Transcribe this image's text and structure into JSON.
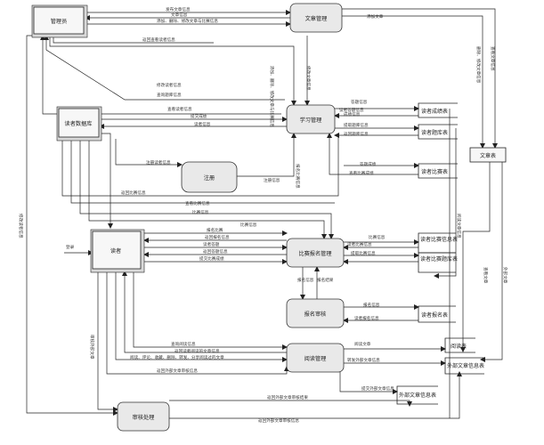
{
  "entities": {
    "admin": "管理员",
    "reader_db": "读者数据库",
    "reader": "读者",
    "doc_reader": "文章表"
  },
  "processes": {
    "doc_mgmt": "文章管理",
    "study": "学习管理",
    "register": "注册",
    "contest": "比赛报名管理",
    "signup": "报名审核",
    "reading": "阅读管理",
    "review": "审核处理"
  },
  "stores": {
    "score_table": "读者成绩表",
    "question_table": "读者题库表",
    "result_table": "读者比赛表",
    "contest_table": "读者比赛信息表",
    "contest_q_table": "读者比赛题库表",
    "signup_table": "读者报名表",
    "reading_table": "阅读表",
    "ext_table": "外部文章信息表",
    "ext_info": "外部文章信息表"
  },
  "flows": {
    "f1": "发布文章信息",
    "f2": "文章信息",
    "f3": "添加文章信息",
    "f4": "修改文章信息",
    "f5": "添加文章",
    "f6": "添加、删除、修改文章与比赛信息",
    "f7": "下载文章",
    "f8": "修改读者信息",
    "f9": "添加、删除、修改文章与比赛信息",
    "f10": "修改文章信息",
    "f11": "删除、修改文章信息",
    "f12": "返回查看读者信息",
    "f13": "返回答题信息",
    "f14": "返回读者比赛信息",
    "f15": "查询题库信息",
    "f16": "查看文章信息",
    "f17": "提交成绩",
    "f18": "读者答题",
    "f19": "答题信息",
    "f20": "提取题库信息",
    "f21": "成绩信息",
    "f22": "读者答题信息",
    "f23": "答题成绩",
    "f24": "注册读者信息",
    "f25": "注册信息",
    "f26": "比赛信息",
    "f27": "查看比赛成绩",
    "f28": "返回比赛信息",
    "f29": "查看读者信息",
    "f30": "读者信息",
    "f31": "查看比赛信息",
    "f32": "比赛信息",
    "f33": "报名比赛",
    "f34": "返回报名信息",
    "f35": "报名比赛信息",
    "f36": "提交比赛成绩",
    "f37": "比赛信息",
    "f38": "比赛题库",
    "f39": "读者比赛信息",
    "f40": "返回题库信息",
    "f41": "提取比赛信息",
    "f42": "返回报名结果",
    "f43": "报名信息",
    "f44": "报名信息",
    "f45": "报名结果",
    "f46": "读者报名信息",
    "f47": "阅读文章",
    "f48": "下载阅读文章",
    "f49": "查询阅读信息",
    "f50": "返回读者阅读的文章信息",
    "f51": "阅读、评论、收藏、删除、转发、分享阅读过的文章",
    "f52": "收藏、转发、分享",
    "f53": "转发外部文章信息",
    "f54": "修改读者信息",
    "f55": "提交外部文章信息",
    "f56": "返回外部文章审核信息",
    "f57": "审核外部文章",
    "f58": "返回外部文章审核结果",
    "f59": "发布文章",
    "f60": "返回外部文章审核信息",
    "f61": "查看文章",
    "f62": "外部文章",
    "f63": "阅读文章信息",
    "f64": "登录",
    "f65": "查询阅读信息",
    "f66": "返回审核结果"
  }
}
